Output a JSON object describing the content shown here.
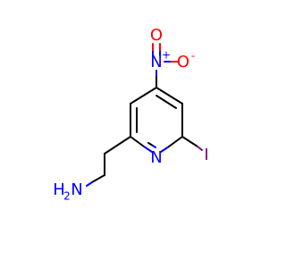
{
  "molecule": {
    "atoms": {
      "nitro_n": "N",
      "nitro_n_charge": "+",
      "nitro_o_top": "O",
      "nitro_o_right": "O",
      "nitro_o_right_charge": "-",
      "ring_n": "N",
      "iodine": "I",
      "amine_h": "H",
      "amine_n": "N",
      "amine_h2": "2"
    },
    "colors": {
      "carbon_bond": "#000000",
      "nitrogen": "#0000ff",
      "oxygen": "#ff0000",
      "iodine": "#800080"
    }
  }
}
